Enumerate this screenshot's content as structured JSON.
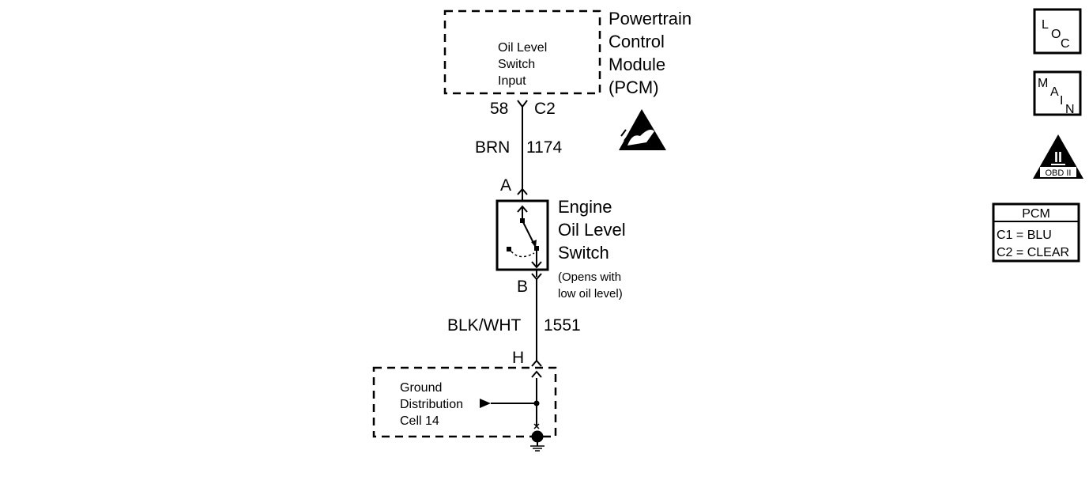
{
  "pcm": {
    "name": [
      "Powertrain",
      "Control",
      "Module",
      "(PCM)"
    ],
    "input_label": [
      "Oil Level",
      "Switch",
      "Input"
    ],
    "pin": "58",
    "connector": "C2"
  },
  "wire_upper": {
    "color": "BRN",
    "circuit": "1174"
  },
  "switch": {
    "terminal_top": "A",
    "terminal_bottom": "B",
    "name": [
      "Engine",
      "Oil Level",
      "Switch"
    ],
    "note": [
      "(Opens with",
      "low oil level)"
    ]
  },
  "wire_lower": {
    "color": "BLK/WHT",
    "circuit": "1551"
  },
  "ground": {
    "terminal": "H",
    "label": [
      "Ground",
      "Distribution",
      "Cell 14"
    ]
  },
  "icons": {
    "loc": {
      "l": "L",
      "o": "O",
      "c": "C"
    },
    "main": {
      "m": "M",
      "a": "A",
      "i": "I",
      "n": "N"
    },
    "obd": {
      "roman": "II",
      "label": "OBD II"
    }
  },
  "connector_legend": {
    "title": "PCM",
    "rows": [
      "C1 = BLU",
      "C2 = CLEAR"
    ]
  }
}
